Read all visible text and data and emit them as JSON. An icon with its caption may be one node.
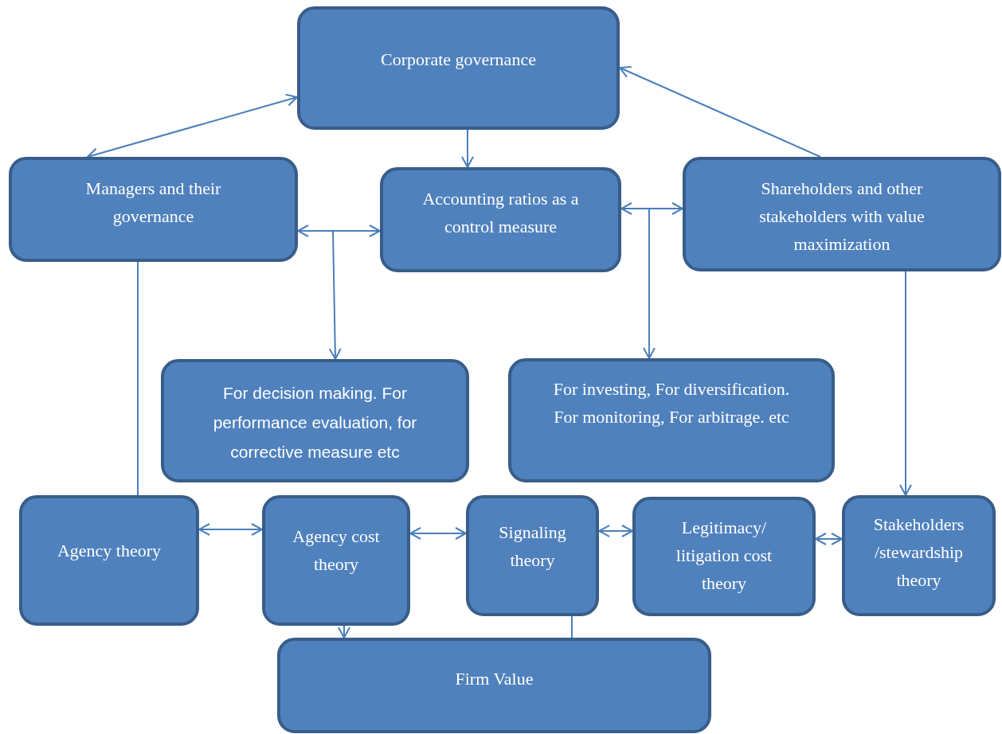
{
  "diagram": {
    "nodes": [
      {
        "text": [
          "Corporate governance"
        ]
      },
      {
        "text": [
          "Managers and their governance"
        ]
      },
      {
        "text": [
          "Accounting ratios as a control measure"
        ]
      },
      {
        "text": [
          "Shareholders and other stakeholders with value maximization"
        ]
      },
      {
        "text": [
          "For decision making. For performance evaluation, for corrective measure etc"
        ]
      },
      {
        "text": [
          "For investing, For diversification. For monitoring, For arbitrage. etc"
        ]
      },
      {
        "text": [
          "Agency theory"
        ]
      },
      {
        "text": [
          "Agency cost theory"
        ]
      },
      {
        "text": [
          "Signaling theory"
        ]
      },
      {
        "text": [
          "Legitimacy/ litigation cost theory"
        ]
      },
      {
        "text": [
          "Stakeholders /stewardship theory"
        ]
      },
      {
        "text": [
          "Firm Value"
        ]
      }
    ],
    "edges": [
      {
        "from": 1,
        "to": 0,
        "arrow": "both"
      },
      {
        "from": 0,
        "to": 2,
        "arrow": "to"
      },
      {
        "from": 3,
        "to": 0,
        "arrow": "to"
      },
      {
        "from": 1,
        "to": 2,
        "arrow": "both"
      },
      {
        "from": 2,
        "to": 4,
        "arrow": "to"
      },
      {
        "from": 2,
        "to": 3,
        "arrow": "both"
      },
      {
        "from": 2,
        "to": 5,
        "arrow": "to"
      },
      {
        "from": 3,
        "to": 10,
        "arrow": "to"
      },
      {
        "from": 1,
        "to": 6,
        "arrow": "none"
      },
      {
        "from": 6,
        "to": 7,
        "arrow": "both"
      },
      {
        "from": 7,
        "to": 8,
        "arrow": "both"
      },
      {
        "from": 8,
        "to": 9,
        "arrow": "both"
      },
      {
        "from": 9,
        "to": 10,
        "arrow": "both"
      },
      {
        "from": 7,
        "to": 11,
        "arrow": "to"
      },
      {
        "from": 8,
        "to": 11,
        "arrow": "none"
      }
    ]
  }
}
